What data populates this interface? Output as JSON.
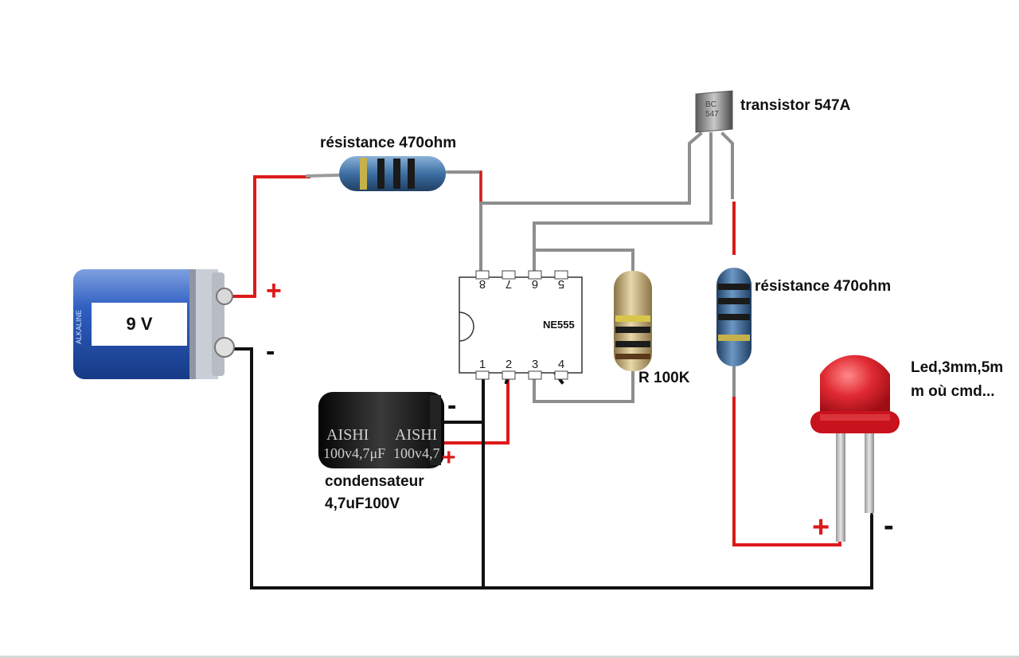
{
  "battery": {
    "voltage_label": "9 V",
    "brand_text": "ALKALINE"
  },
  "resistor_top": {
    "label": "résistance 470ohm"
  },
  "resistor_right": {
    "label": "résistance 470ohm"
  },
  "resistor_100k": {
    "label": "R 100K"
  },
  "transistor": {
    "label": "transistor 547A",
    "marking_line1": "BC",
    "marking_line2": "547"
  },
  "ic": {
    "label": "NE555",
    "pins_top": [
      "8",
      "7",
      "6",
      "5"
    ],
    "pins_bottom": [
      "1",
      "2",
      "3",
      "4"
    ]
  },
  "capacitor": {
    "label_line1": "condensateur",
    "label_line2": "4,7uF100V",
    "body_text1": "AISHI",
    "body_text2": "100v4,7μF",
    "body_text3": "AISHI",
    "body_text4": "100v4,7"
  },
  "led": {
    "label_line1": "Led,3mm,5m",
    "label_line2": "m où cmd..."
  },
  "polarity": {
    "battery_plus": "+",
    "battery_minus": "-",
    "cap_plus": "+",
    "cap_minus": "-",
    "led_plus": "+",
    "led_minus": "-"
  },
  "colors": {
    "wire_red": "#dd1a1a",
    "wire_black": "#111111",
    "wire_gray": "#8e8e8e",
    "battery_blue": "#2a56b4",
    "led_red": "#d8242c",
    "resistor_blue": "#3d6fa3",
    "resistor_tan": "#c9b27b"
  }
}
